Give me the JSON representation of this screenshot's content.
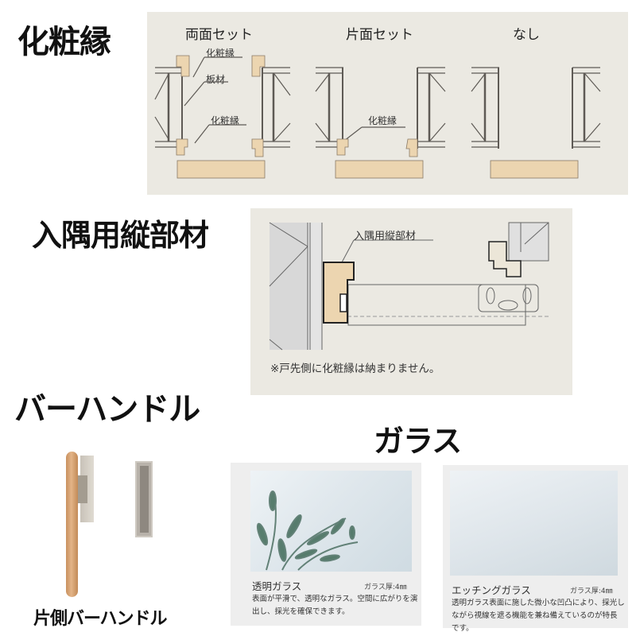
{
  "sections": {
    "trim": {
      "title": "化粧縁",
      "panel_color": "#ebe9e2",
      "variants": [
        {
          "label": "両面セット",
          "callouts": [
            "化粧縁",
            "板材",
            "化粧縁"
          ]
        },
        {
          "label": "片面セット",
          "callouts": [
            "化粧縁"
          ]
        },
        {
          "label": "なし",
          "callouts": []
        }
      ]
    },
    "corner_member": {
      "title": "入隅用縦部材",
      "callout": "入隅用縦部材",
      "note": "※戸先側に化粧縁は納まりません。"
    },
    "bar_handle": {
      "title": "バーハンドル",
      "caption": "片側バーハンドル"
    },
    "glass": {
      "title": "ガラス",
      "cards": [
        {
          "name": "透明ガラス",
          "thickness": "ガラス厚:4㎜",
          "description": "表面が平滑で、透明なガラス。空間に広がりを演出し、採光を確保できます。"
        },
        {
          "name": "エッチングガラス",
          "thickness": "ガラス厚:4㎜",
          "description": "透明ガラス表面に施した微小な凹凸により、採光しながら視線を遮る機能を兼ね備えているのが特長です。"
        }
      ]
    }
  },
  "colors": {
    "wood": "#ecd5b0",
    "wood_handle": "#d9a878",
    "frame_line": "#5e5a55",
    "panel": "#ebe9e2"
  }
}
